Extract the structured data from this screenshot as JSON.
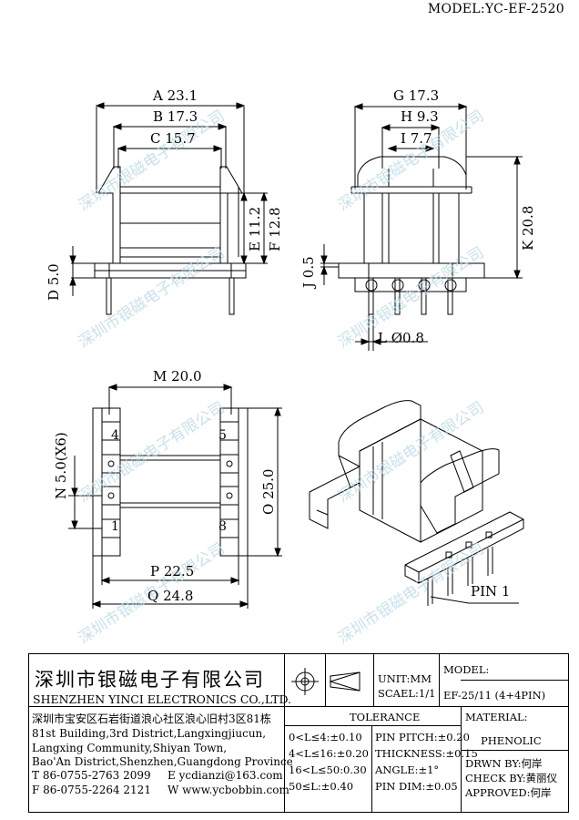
{
  "model_top": "MODEL:YC-EF-2520",
  "watermark": "深圳市银磁电子有限公司",
  "dimensions": {
    "A": "A 23.1",
    "B": "B 17.3",
    "C": "C 15.7",
    "D": "D 5.0",
    "E": "E 11.2",
    "F": "F 12.8",
    "G": "G 17.3",
    "H": "H 9.3",
    "I": "I 7.7",
    "J": "J 0.5",
    "K": "K 20.8",
    "L": "L Ø0.8",
    "M": "M 20.0",
    "N": "N 5.0(X6)",
    "O": "O 25.0",
    "P": "P 22.5",
    "Q": "Q 24.8"
  },
  "pins": {
    "p5": "5",
    "p4": "4",
    "p1": "1",
    "p8": "8"
  },
  "pin_label": "PIN 1",
  "title_block": {
    "company_cn": "深圳市银磁电子有限公司",
    "company_en": "SHENZHEN YINCI ELECTRONICS CO.,LTD.",
    "address_cn": "深圳市宝安区石岩街道浪心社区浪心旧村3区81栋",
    "address_en1": "81st Building,3rd District,Langxingjiucun,",
    "address_en2": "Langxing Community,Shiyan Town,",
    "address_en3": "Bao'An District,Shenzhen,Guangdong Province",
    "tel": "T 86-0755-2763 2099",
    "email": "E ycdianzi@163.com",
    "fax": "F 86-0755-2264 2121",
    "web": "W www.ycbobbin.com",
    "unit": "UNIT:MM",
    "scale": "SCAEL:1/1",
    "model_label": "MODEL:",
    "model_value": "EF-25/11 (4+4PIN)",
    "tolerance_title": "TOLERANCE",
    "tolerance": [
      "0<L≤4:±0.10",
      "4<L≤16:±0.20",
      "16<L≤50:0.30",
      "50≤L:±0.40"
    ],
    "pin_tol": [
      "PIN PITCH:±0.20",
      "THICKNESS:±0.15",
      "ANGLE:±1°",
      "PIN DIM:±0.05"
    ],
    "material_label": "MATERIAL:",
    "material_value": "PHENOLIC",
    "drwn": "DRWN BY:何岸",
    "check": "CHECK BY:黄丽仪",
    "approved": "APPROVED:何岸"
  }
}
